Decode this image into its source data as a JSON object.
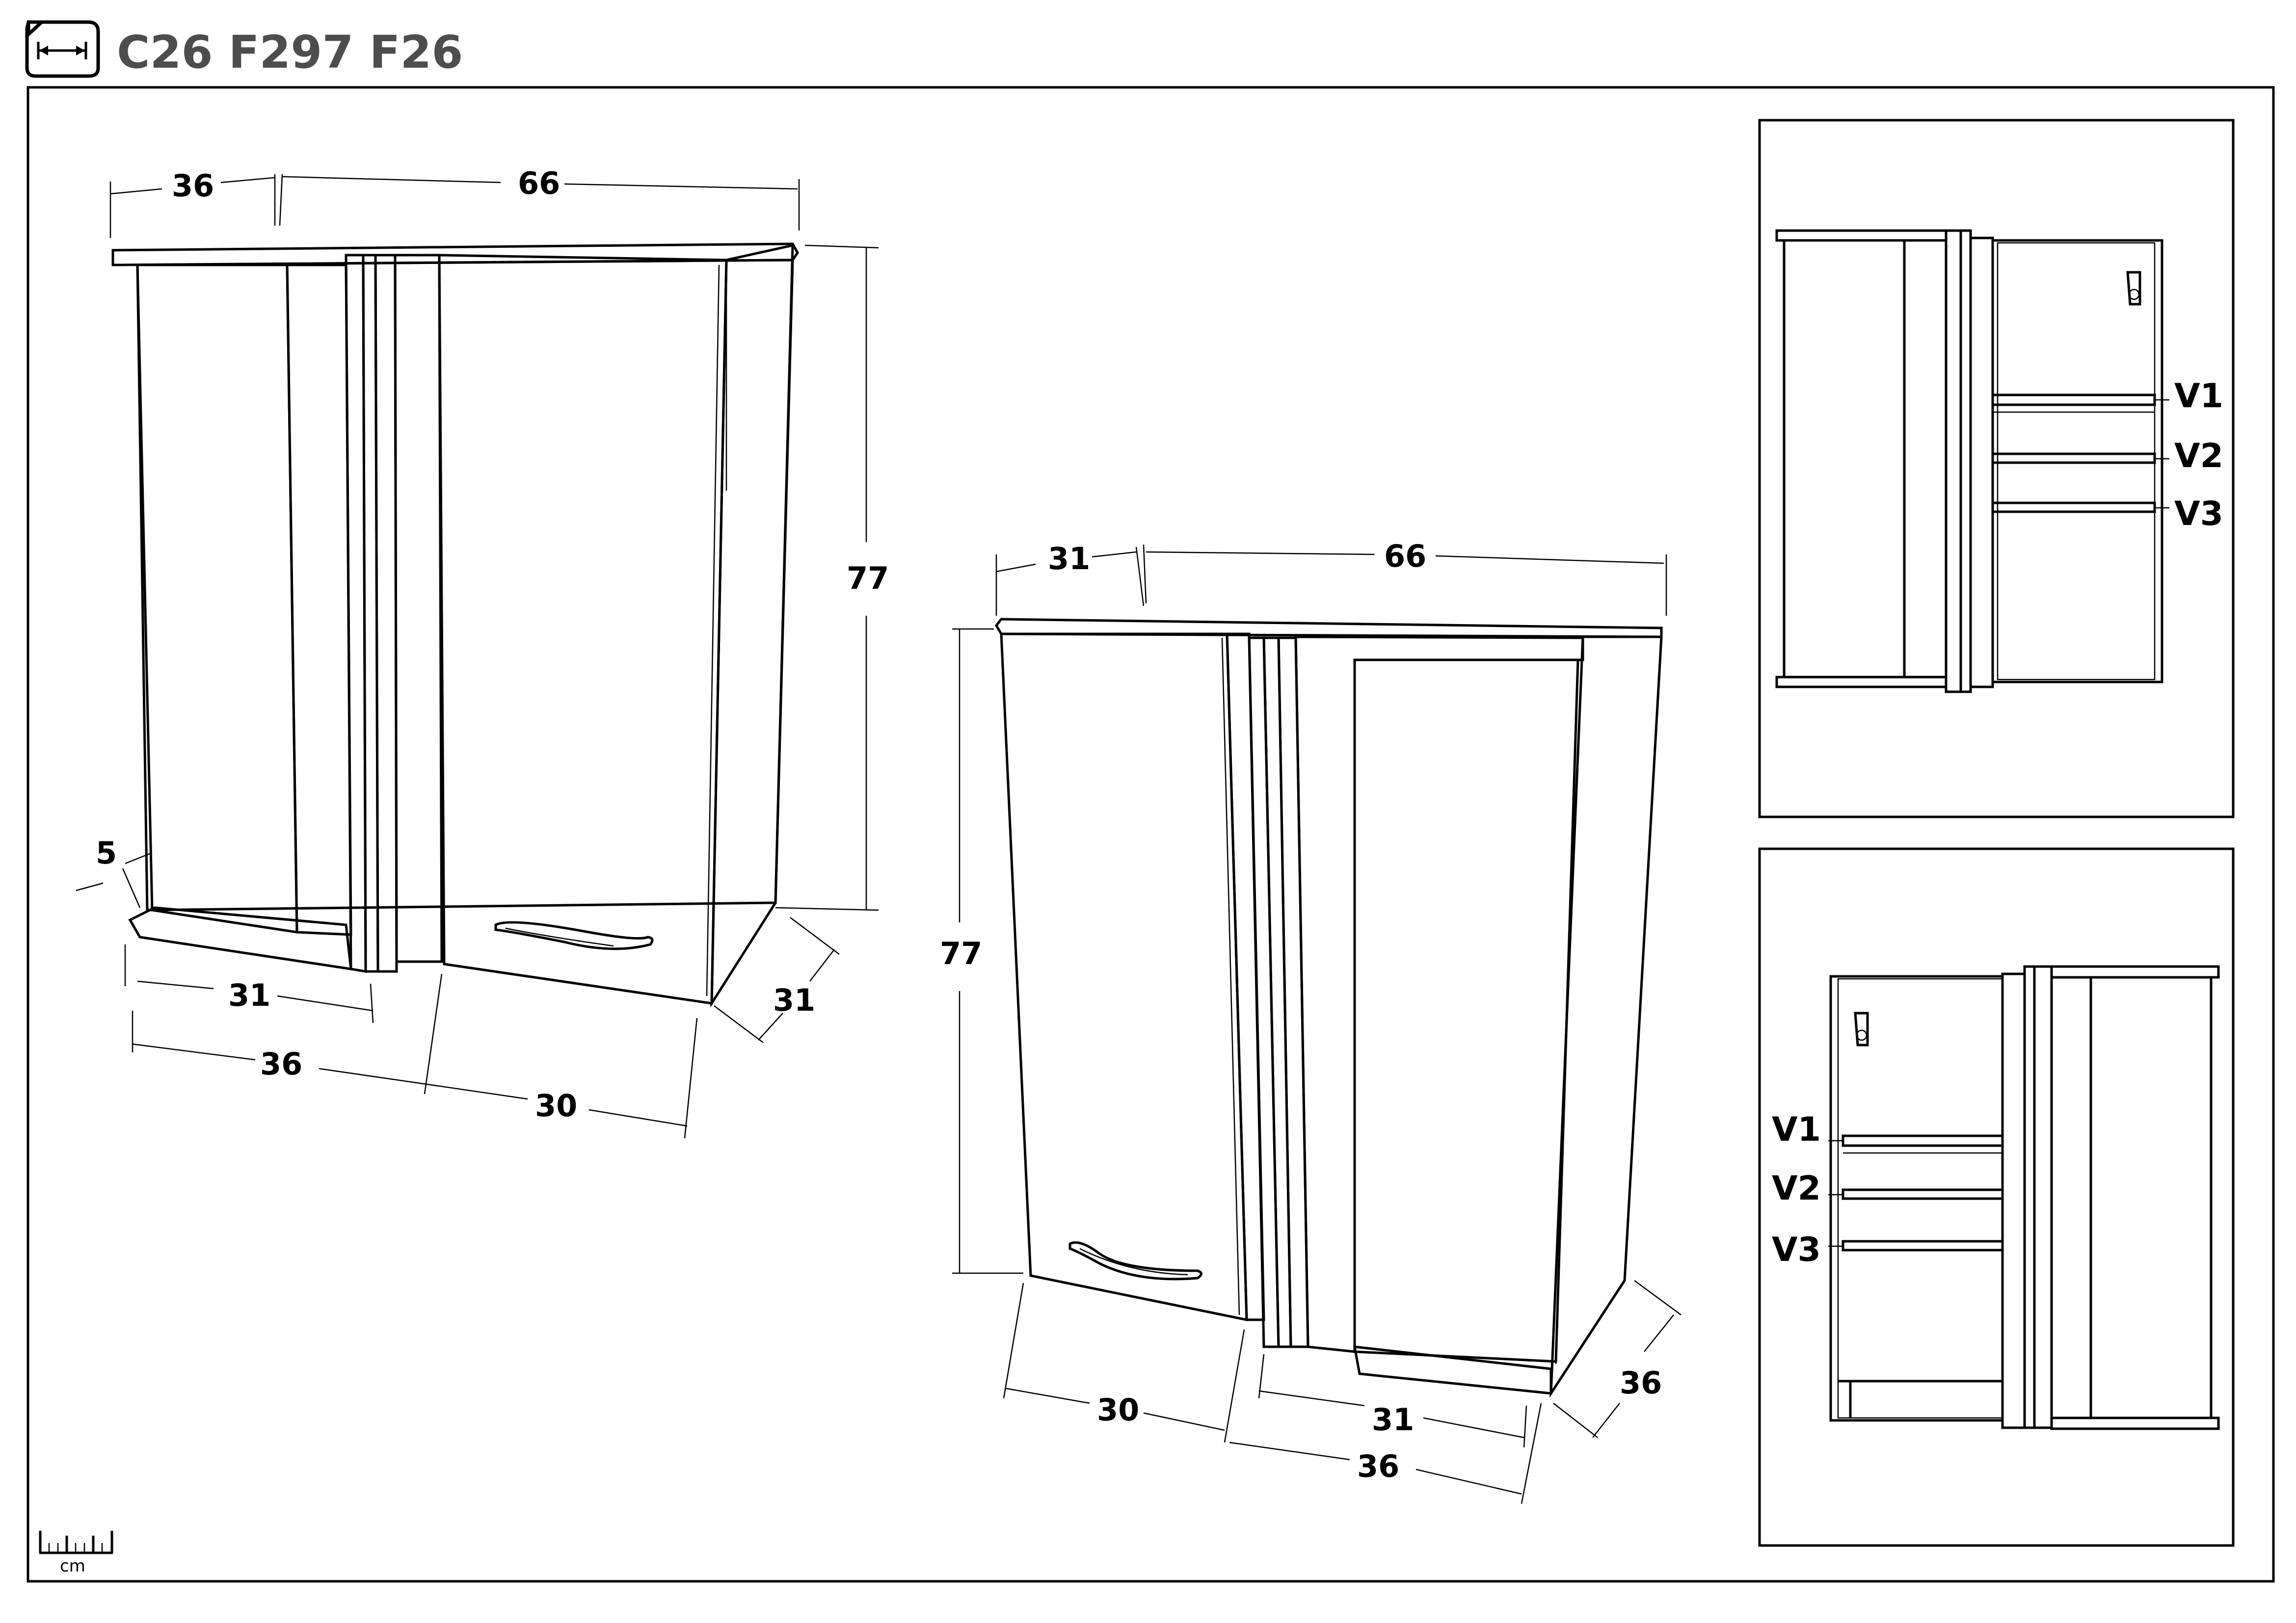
{
  "header": {
    "title": "C26 F297 F26",
    "icon": "dimension-arrow-icon"
  },
  "cabinet_left": {
    "top_left_depth": "36",
    "top_width": "66",
    "height": "77",
    "edge_offset": "5",
    "inner_bottom": "31",
    "bottom_left": "36",
    "bottom_door": "30",
    "side_depth": "31"
  },
  "cabinet_right": {
    "top_left_depth": "31",
    "top_width": "66",
    "height": "77",
    "bottom_door": "30",
    "inner_bottom": "31",
    "bottom_right": "36",
    "side_depth": "36"
  },
  "shelf_views": {
    "top": {
      "labels": [
        "V1",
        "V2",
        "V3"
      ]
    },
    "bottom": {
      "labels": [
        "V1",
        "V2",
        "V3"
      ]
    }
  },
  "footer": {
    "unit_label": "cm",
    "icon": "ruler-icon"
  }
}
